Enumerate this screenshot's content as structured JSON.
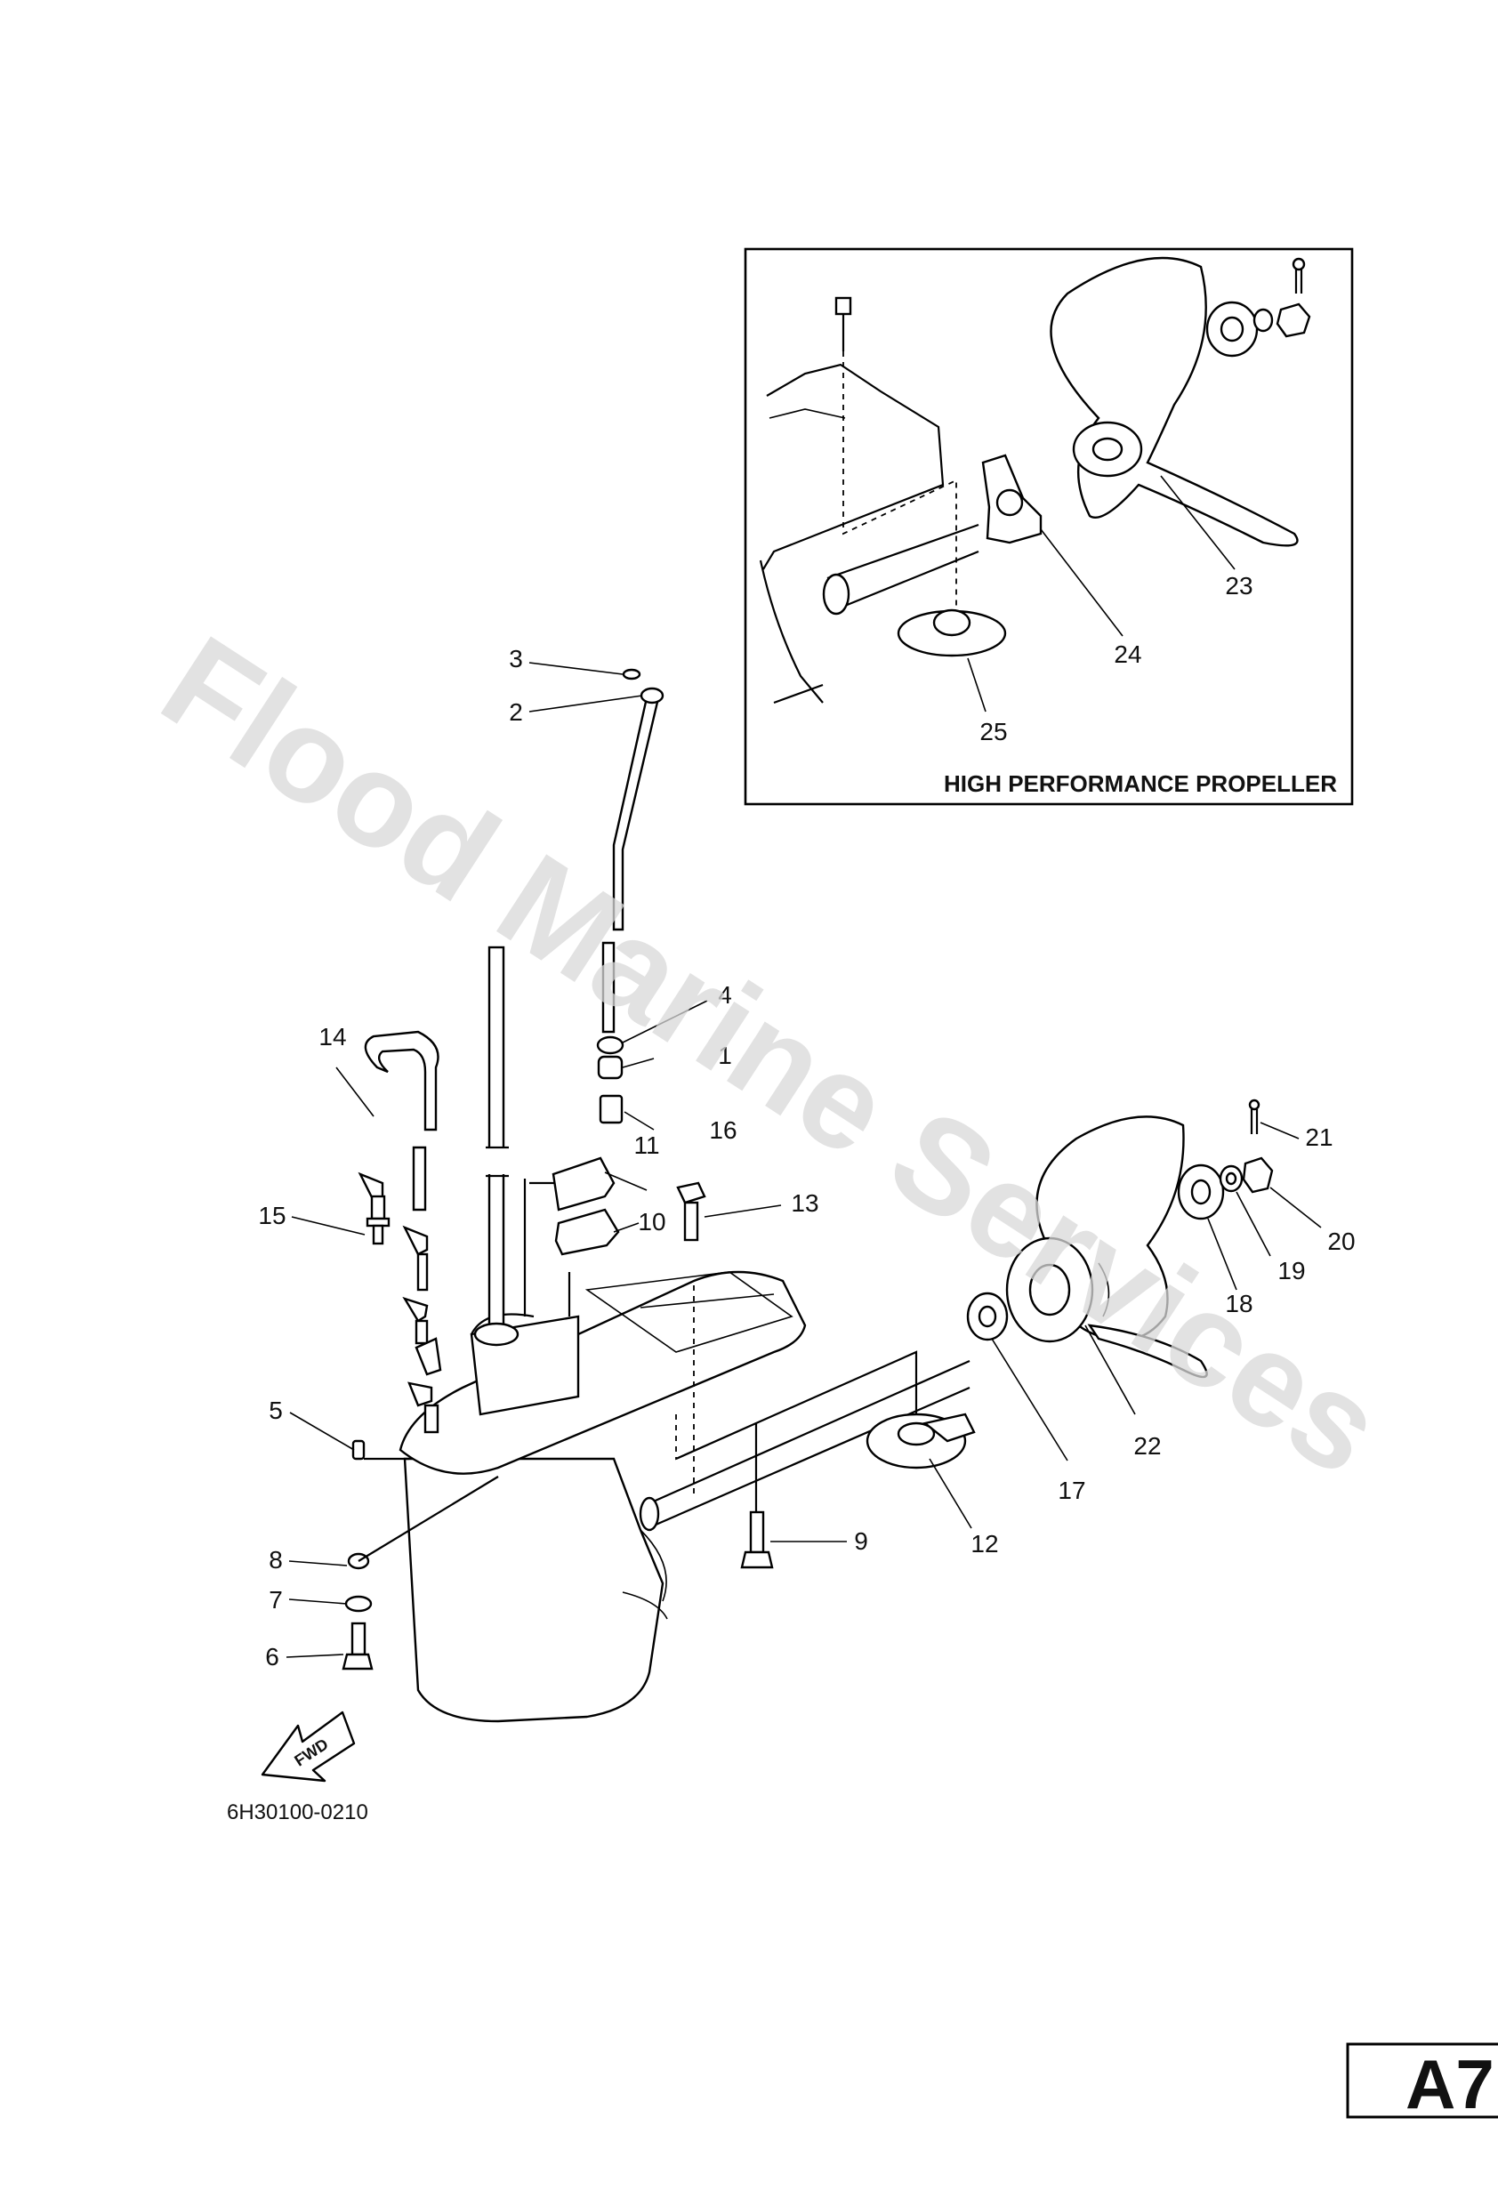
{
  "watermark": "Flood Marine Services",
  "inset": {
    "title": "HIGH PERFORMANCE PROPELLER"
  },
  "drawing_number": "6H30100-0210",
  "fwd_label": "FWD",
  "page_tag": "A7",
  "callouts": [
    {
      "id": "1",
      "text": "1"
    },
    {
      "id": "2",
      "text": "2"
    },
    {
      "id": "3",
      "text": "3"
    },
    {
      "id": "4",
      "text": "4"
    },
    {
      "id": "5",
      "text": "5"
    },
    {
      "id": "6",
      "text": "6"
    },
    {
      "id": "7",
      "text": "7"
    },
    {
      "id": "8",
      "text": "8"
    },
    {
      "id": "9",
      "text": "9"
    },
    {
      "id": "10",
      "text": "10"
    },
    {
      "id": "11",
      "text": "11"
    },
    {
      "id": "12",
      "text": "12"
    },
    {
      "id": "13",
      "text": "13"
    },
    {
      "id": "14",
      "text": "14"
    },
    {
      "id": "15",
      "text": "15"
    },
    {
      "id": "16",
      "text": "16"
    },
    {
      "id": "17",
      "text": "17"
    },
    {
      "id": "18",
      "text": "18"
    },
    {
      "id": "19",
      "text": "19"
    },
    {
      "id": "20",
      "text": "20"
    },
    {
      "id": "21",
      "text": "21"
    },
    {
      "id": "22",
      "text": "22"
    },
    {
      "id": "23",
      "text": "23"
    },
    {
      "id": "24",
      "text": "24"
    },
    {
      "id": "25",
      "text": "25"
    }
  ]
}
